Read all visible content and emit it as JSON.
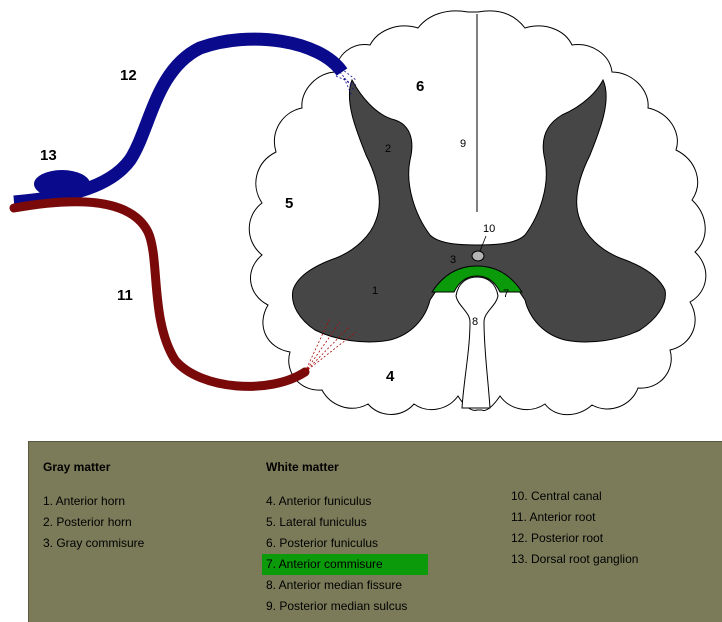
{
  "diagram": {
    "labels": {
      "l1": "1",
      "l2": "2",
      "l3": "3",
      "l4": "4",
      "l5": "5",
      "l6": "6",
      "l7": "7",
      "l8": "8",
      "l9": "9",
      "l10": "10",
      "l11": "11",
      "l12": "12",
      "l13": "13"
    },
    "colors": {
      "gray_matter": "#464646",
      "white_matter": "#ffffff",
      "anterior_commissure": "#0a9a0a",
      "posterior_root": "#0a0a8c",
      "anterior_root": "#7a0a0a"
    }
  },
  "legend": {
    "gray_title": "Gray matter",
    "gray_items": [
      "1. Anterior horn",
      "2. Posterior horn",
      "3. Gray commisure"
    ],
    "white_title": "White matter",
    "white_items": [
      "4. Anterior funiculus",
      "5. Lateral funiculus",
      "6. Posterior funiculus",
      "7. Anterior commisure",
      "8. Anterior median fissure",
      "9. Posterior median sulcus"
    ],
    "other_items": [
      "10. Central canal",
      "11. Anterior root",
      "12. Posterior root",
      "13. Dorsal root ganglion"
    ],
    "background": "#7b7b5a",
    "highlight": "#0a9a0a"
  }
}
